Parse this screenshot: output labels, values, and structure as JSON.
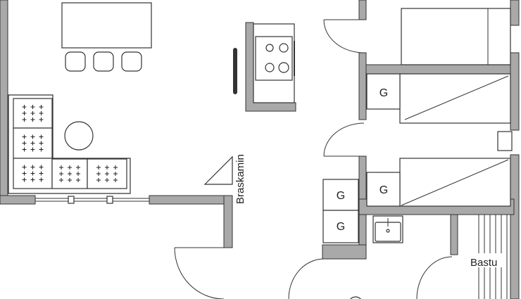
{
  "plan": {
    "labels": {
      "fireplace": "Braskamin",
      "sauna": "Bastu",
      "wardrobe": "G"
    }
  }
}
